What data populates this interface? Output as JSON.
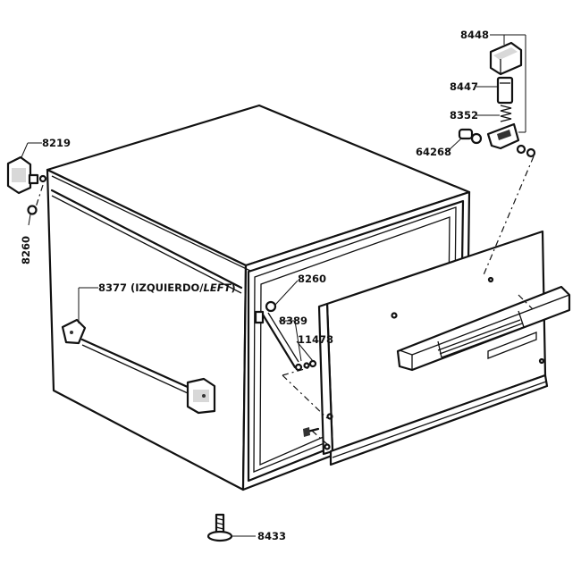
{
  "callouts": {
    "p8448": "8448",
    "p8447": "8447",
    "p8352": "8352",
    "p64268": "64268",
    "p8219": "8219",
    "p8260_left": "8260",
    "p8260_door": "8260",
    "p8377_prefix": "8377 (IZQUIERDO/",
    "p8377_italic": "LEFT",
    "p8377_suffix": ")",
    "p8389": "8389",
    "p11478": "11478",
    "p8433": "8433"
  }
}
